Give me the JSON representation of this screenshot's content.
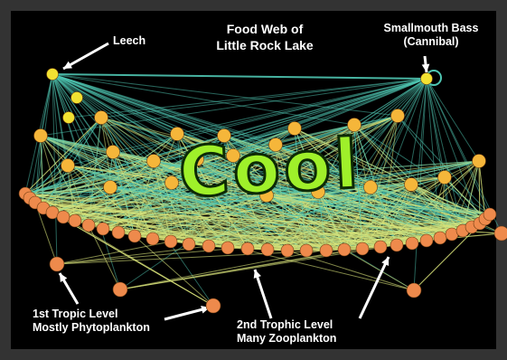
{
  "title": {
    "line1": "Food Web of",
    "line2": "Little Rock Lake"
  },
  "labels": {
    "leech": "Leech",
    "bass_line1": "Smallmouth Bass",
    "bass_line2": "(Cannibal)",
    "level1_line1": "1st Tropic Level",
    "level1_line2": "Mostly Phytoplankton",
    "level2_line1": "2nd Trophic Level",
    "level2_line2": "Many Zooplankton"
  },
  "overlay_text": "Cool",
  "colors": {
    "background": "#000000",
    "frame": "#333333",
    "edge_upper": "#4fc7b3",
    "edge_lower": "#d8e37a",
    "node_top": "#f2e232",
    "node_mid": "#f5b63a",
    "node_low": "#ee8a4c",
    "overlay_fill": "#9ff02a"
  }
}
